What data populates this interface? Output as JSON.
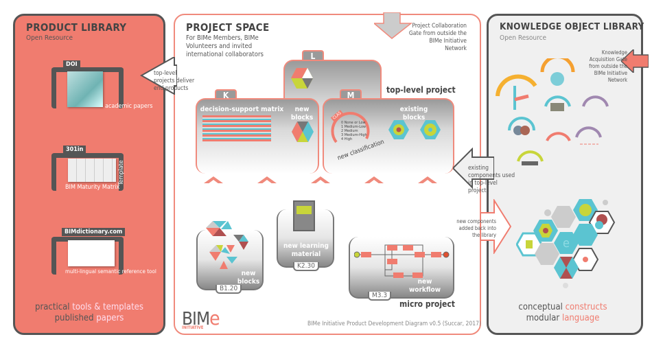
{
  "product_library": {
    "title": "PRODUCT LIBRARY",
    "subtitle": "Open Resource",
    "items": [
      {
        "tab": "DOI",
        "caption": "academic papers"
      },
      {
        "tab": "301in",
        "caption": "BIM Maturity Matrix",
        "side": "Template"
      },
      {
        "tab": "BIMdictionary.com",
        "caption": "multi-lingual semantic reference tool"
      }
    ],
    "footer": {
      "l1a": "practical",
      "l1b": "tools & templates",
      "l2a": "published",
      "l2b": "papers"
    }
  },
  "project_space": {
    "title": "PROJECT SPACE",
    "subtitle": "For BIMe Members, BIMe Volunteers and invited international collaborators",
    "gate": "Project Collaboration Gate from outside the BIMe Initiative Network",
    "deliver_arrow": "top-level projects deliver end products",
    "top_level_label": "top-level project",
    "blocks": {
      "L": "L",
      "K": "K",
      "M": "M",
      "k_title": "decision-support matrix",
      "new_blocks": "new blocks",
      "existing_blocks": "existing blocks",
      "new_classification": "new classification",
      "clas": "CLAS",
      "classes": [
        "0 None or Low",
        "1 Medium-Low",
        "2 Medium",
        "3 Medium-High",
        "4 High"
      ]
    },
    "micro": {
      "label": "micro project",
      "b_tag": "B1.20",
      "b_text": "new blocks",
      "k_tag": "K2.30",
      "k_text": "new learning material",
      "m_tag": "M3.3",
      "m_text": "new workflow"
    },
    "logo": {
      "main": "BIM",
      "e": "e",
      "sub": "INITIATIVE"
    },
    "credit": "BIMe Initiative Product Development Diagram v0.5 (Succar, 2017)"
  },
  "knowledge_library": {
    "title": "KNOWLEDGE OBJECT LIBRARY",
    "subtitle": "Open Resource",
    "gate": "Knowledge Acquisition Gate from outside the BIMe Initiative Network",
    "existing_arrow": "existing components used in top-level projects",
    "new_arrow": "new components added back into the library",
    "footer": {
      "l1a": "conceptual",
      "l1b": "constructs",
      "l2a": "modular",
      "l2b": "language"
    }
  },
  "colors": {
    "coral": "#f07c6f",
    "teal": "#5bc4d1",
    "lime": "#c8d53a",
    "dark": "#555555"
  }
}
